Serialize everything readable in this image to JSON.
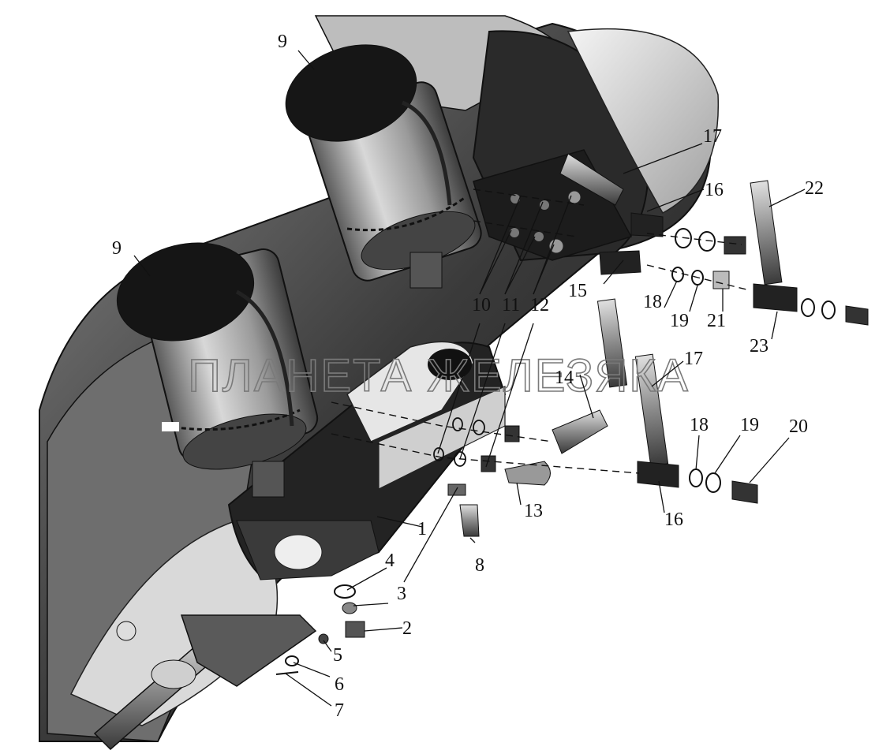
{
  "watermark": "ПЛАНЕТА ЖЕЛЕЗЯКА",
  "callouts": [
    {
      "id": "c1",
      "text": "1"
    },
    {
      "id": "c2",
      "text": "2"
    },
    {
      "id": "c3",
      "text": "3"
    },
    {
      "id": "c4",
      "text": "4"
    },
    {
      "id": "c5",
      "text": "5"
    },
    {
      "id": "c6",
      "text": "6"
    },
    {
      "id": "c7",
      "text": "7"
    },
    {
      "id": "c8",
      "text": "8"
    },
    {
      "id": "c9a",
      "text": "9"
    },
    {
      "id": "c9b",
      "text": "9"
    },
    {
      "id": "c10",
      "text": "10"
    },
    {
      "id": "c11",
      "text": "11"
    },
    {
      "id": "c12",
      "text": "12"
    },
    {
      "id": "c13",
      "text": "13"
    },
    {
      "id": "c14",
      "text": "14"
    },
    {
      "id": "c15",
      "text": "15"
    },
    {
      "id": "c16a",
      "text": "16"
    },
    {
      "id": "c16b",
      "text": "16"
    },
    {
      "id": "c17a",
      "text": "17"
    },
    {
      "id": "c17b",
      "text": "17"
    },
    {
      "id": "c18a",
      "text": "18"
    },
    {
      "id": "c18b",
      "text": "18"
    },
    {
      "id": "c19a",
      "text": "19"
    },
    {
      "id": "c19b",
      "text": "19"
    },
    {
      "id": "c20",
      "text": "20"
    },
    {
      "id": "c21",
      "text": "21"
    },
    {
      "id": "c22",
      "text": "22"
    },
    {
      "id": "c23",
      "text": "23"
    }
  ]
}
